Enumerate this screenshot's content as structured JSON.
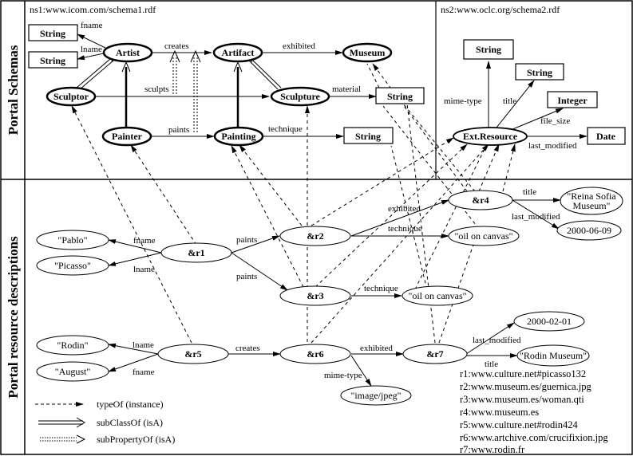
{
  "sections": {
    "schemas_label": "Portal Schemas",
    "resources_label": "Portal resource descriptions",
    "ns1": "ns1:www.icom.com/schema1.rdf",
    "ns2": "ns2:www.oclc.org/schema2.rdf"
  },
  "schema_nodes": {
    "artist": "Artist",
    "artifact": "Artifact",
    "museum": "Museum",
    "sculptor": "Sculptor",
    "sculpture": "Sculpture",
    "painter": "Painter",
    "painting": "Painting",
    "string_fname": "String",
    "string_lname": "String",
    "string_material": "String",
    "string_technique": "String",
    "ext_resource": "Ext.Resource",
    "string_mime": "String",
    "string_title": "String",
    "integer_size": "Integer",
    "date_modified": "Date"
  },
  "schema_edges": {
    "fname": "fname",
    "lname": "lname",
    "creates": "creates",
    "exhibited": "exhibited",
    "sculpts": "sculpts",
    "material": "material",
    "paints": "paints",
    "technique": "technique",
    "mime_type": "mime-type",
    "title": "title",
    "file_size": "file_size",
    "last_modified": "last_modified"
  },
  "resource_nodes": {
    "r1": "&r1",
    "r2": "&r2",
    "r3": "&r3",
    "r4": "&r4",
    "r5": "&r5",
    "r6": "&r6",
    "r7": "&r7",
    "pablo": "\"Pablo\"",
    "picasso": "\"Picasso\"",
    "rodin": "\"Rodin\"",
    "august": "\"August\"",
    "oil1": "\"oil on canvas\"",
    "oil2": "\"oil on canvas\"",
    "reina_line1": "\"Reina Sofia",
    "reina_line2": "Museum\"",
    "date_r4": "2000-06-09",
    "date_r7": "2000-02-01",
    "rodin_museum": "\"Rodin Museum\"",
    "image_jpeg": "\"image/jpeg\""
  },
  "resource_edges": {
    "fname_r1": "fname",
    "lname_r1": "lname",
    "paints_r2": "paints",
    "paints_r3": "paints",
    "exhibited_r4": "exhibited",
    "technique_r2": "technique",
    "technique_r3": "technique",
    "title_r4": "title",
    "last_modified_r4": "last_modified",
    "lname_r5": "lname",
    "fname_r5": "fname",
    "creates_r6": "creates",
    "exhibited_r7": "exhibited",
    "mime_type_r6": "mime-type",
    "last_modified_r7": "last_modified",
    "title_r7": "title"
  },
  "uris": [
    "r1:www.culture.net#picasso132",
    "r2:www.museum.es/guernica.jpg",
    "r3:www.museum.es/woman.qti",
    "r4:www.museum.es",
    "r5:www.culture.net#rodin424",
    "r6:www.artchive.com/crucifixion.jpg",
    "r7:www.rodin.fr"
  ],
  "legend": {
    "type_of": "typeOf (instance)",
    "sub_class_of": "subClassOf (isA)",
    "sub_property_of": "subPropertyOf (isA)"
  }
}
